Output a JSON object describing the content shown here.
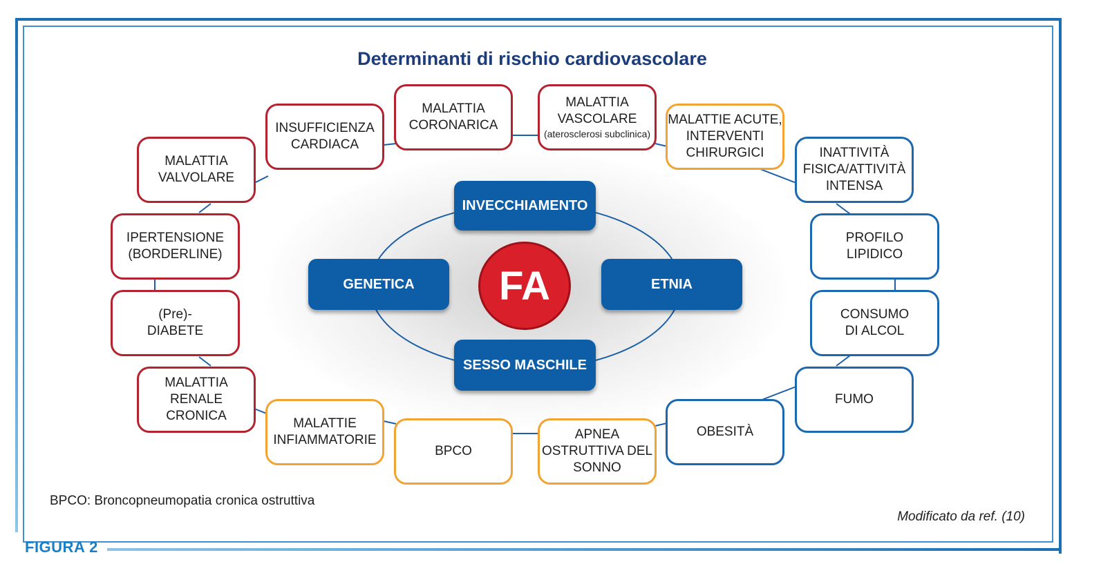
{
  "figure_label": "FIGURA 2",
  "title": "Determinanti di rischio cardiovascolare",
  "center": "FA",
  "core": {
    "top": "INVECCHIAMENTO",
    "left": "GENETICA",
    "right": "ETNIA",
    "bottom": "SESSO MASCHILE"
  },
  "factors": {
    "malattia_valvolare": [
      "MALATTIA",
      "VALVOLARE"
    ],
    "insufficienza_cardiaca": [
      "INSUFFICIENZA",
      "CARDIACA"
    ],
    "malattia_coronarica": [
      "MALATTIA",
      "CORONARICA"
    ],
    "malattia_vascolare": [
      "MALATTIA",
      "VASCOLARE",
      "(aterosclerosi subclinica)"
    ],
    "malattie_acute": [
      "MALATTIE ACUTE,",
      "INTERVENTI",
      "CHIRURGICI"
    ],
    "inattivita": [
      "INATTIVITÀ",
      "FISICA/ATTIVITÀ",
      "INTENSA"
    ],
    "ipertensione": [
      "IPERTENSIONE",
      "(BORDERLINE)"
    ],
    "profilo_lipidico": [
      "PROFILO",
      "LIPIDICO"
    ],
    "diabete": [
      "(Pre)-",
      "DIABETE"
    ],
    "consumo_alcol": [
      "CONSUMO",
      "DI ALCOL"
    ],
    "malattia_renale": [
      "MALATTIA",
      "RENALE CRONICA"
    ],
    "fumo": [
      "FUMO"
    ],
    "malattie_infiammatorie": [
      "MALATTIE",
      "INFIAMMATORIE"
    ],
    "bpco": [
      "BPCO"
    ],
    "apnea": [
      "APNEA",
      "OSTRUTTIVA DEL",
      "SONNO"
    ],
    "obesita": [
      "OBESITÀ"
    ]
  },
  "colors": {
    "red_border": "#b3222e",
    "orange_border": "#f2a331",
    "blue_border": "#1c68b0",
    "core_fill": "#0d5ea7",
    "fa_fill": "#d9202a",
    "title": "#1d3d7a"
  },
  "footnote": "BPCO: Broncopneumopatia cronica ostruttiva",
  "credit": "Modificato da ref. (10)"
}
